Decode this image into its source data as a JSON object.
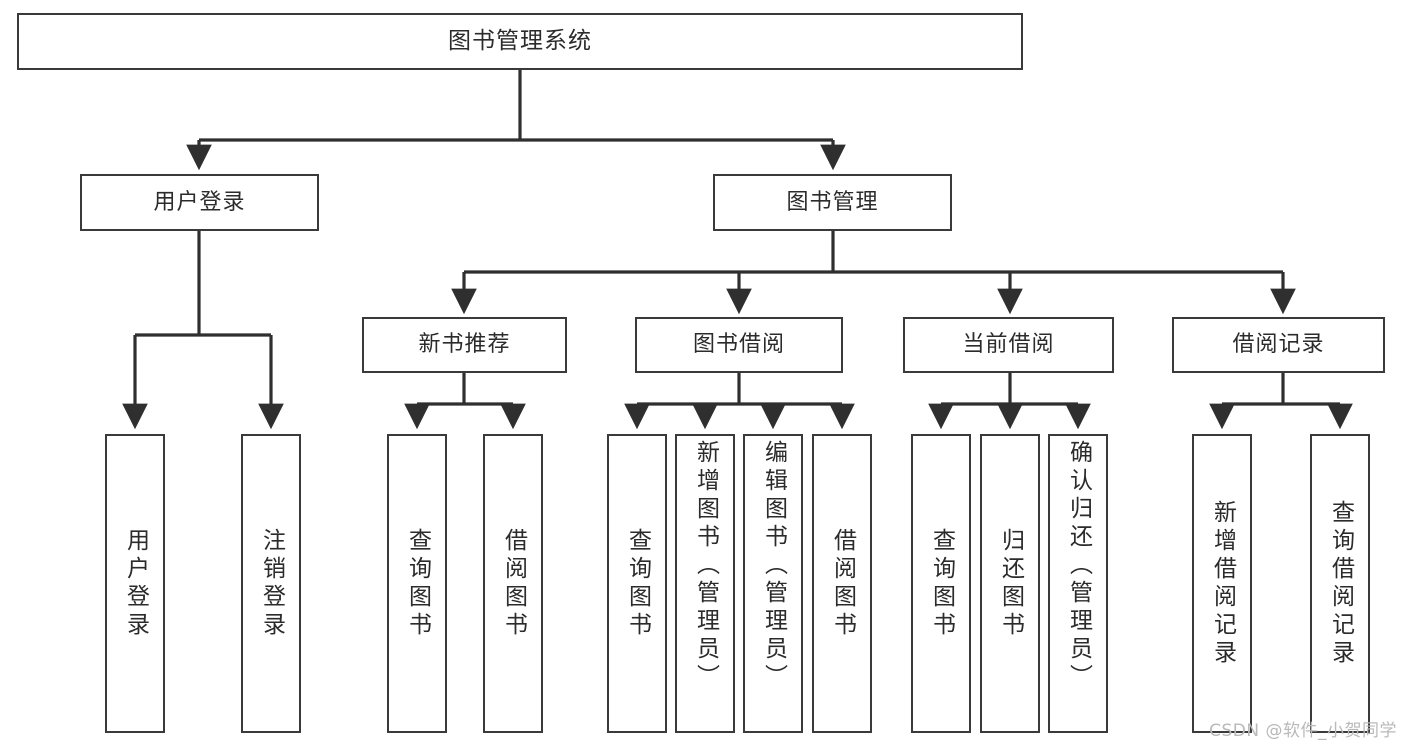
{
  "diagram": {
    "title": "图书管理系统",
    "type": "functional-structure-tree",
    "watermark": "CSDN @软件_小贺同学",
    "colors": {
      "node_border": "#3a3a3a",
      "node_fill": "#ffffff",
      "edge": "#2f2f2f",
      "text": "#2b2b2b",
      "watermark": "#b9b9b9",
      "background": "#ffffff"
    }
  },
  "nodes": {
    "root": {
      "label": "图书管理系统"
    },
    "tier1": [
      {
        "label": "用户登录"
      },
      {
        "label": "图书管理"
      }
    ],
    "tier2": [
      {
        "label": "新书推荐"
      },
      {
        "label": "图书借阅"
      },
      {
        "label": "当前借阅"
      },
      {
        "label": "借阅记录"
      }
    ],
    "leaves": {
      "user_login": [
        {
          "label": "用户登录"
        },
        {
          "label": "注销登录"
        }
      ],
      "new_book_recommend": [
        {
          "label": "查询图书"
        },
        {
          "label": "借阅图书"
        }
      ],
      "book_borrow": [
        {
          "label": "查询图书"
        },
        {
          "label": "新增图书（管理员）"
        },
        {
          "label": "编辑图书（管理员）"
        },
        {
          "label": "借阅图书"
        }
      ],
      "current_borrow": [
        {
          "label": "查询图书"
        },
        {
          "label": "归还图书"
        },
        {
          "label": "确认归还（管理员）"
        }
      ],
      "borrow_record": [
        {
          "label": "新增借阅记录"
        },
        {
          "label": "查询借阅记录"
        }
      ]
    }
  }
}
